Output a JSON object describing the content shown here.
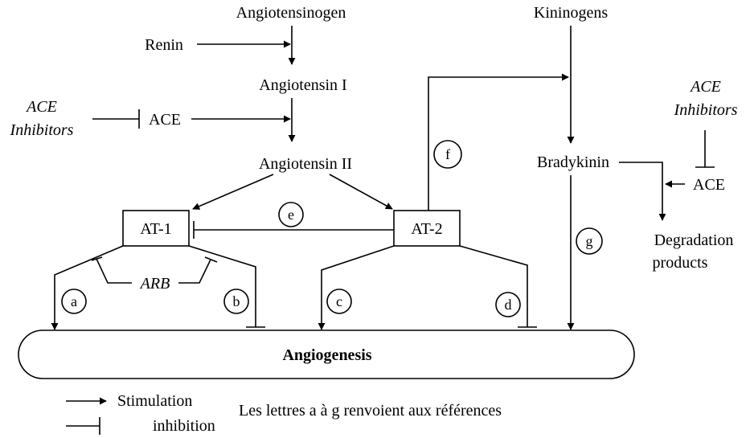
{
  "nodes": {
    "angiotensinogen": "Angiotensinogen",
    "renin": "Renin",
    "angiotensin_i": "Angiotensin I",
    "ace_inhibitors_left_line1": "ACE",
    "ace_inhibitors_left_line2": "Inhibitors",
    "ace_left": "ACE",
    "angiotensin_ii": "Angiotensin II",
    "at1": "AT-1",
    "at2": "AT-2",
    "arb": "ARB",
    "kininogens": "Kininogens",
    "bradykinin": "Bradykinin",
    "ace_inhibitors_right_line1": "ACE",
    "ace_inhibitors_right_line2": "Inhibitors",
    "ace_right": "ACE",
    "degradation_line1": "Degradation",
    "degradation_line2": "products",
    "angiogenesis": "Angiogenesis"
  },
  "references": {
    "a": "a",
    "b": "b",
    "c": "c",
    "d": "d",
    "e": "e",
    "f": "f",
    "g": "g"
  },
  "legend": {
    "stimulation": "Stimulation",
    "inhibition": "inhibition",
    "note": "Les lettres a à g renvoient aux références"
  }
}
